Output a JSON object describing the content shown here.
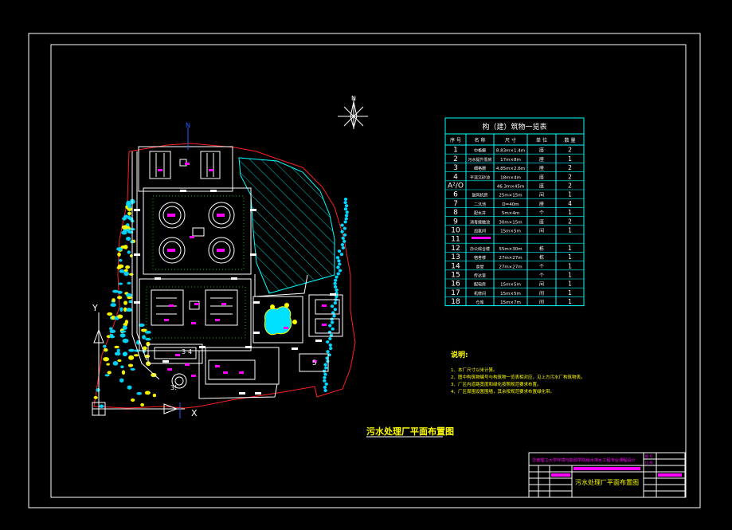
{
  "table": {
    "title": "构（建）筑物一览表",
    "headers": [
      "序  号",
      "名  称",
      "尺  寸",
      "单  位",
      "数  量"
    ],
    "rows": [
      {
        "no": "1",
        "name": "中格栅",
        "size": "8.83m×1.4m",
        "unit": "座",
        "qty": "2"
      },
      {
        "no": "2",
        "name": "污水提升泵房",
        "size": "17m×8m",
        "unit": "座",
        "qty": "1"
      },
      {
        "no": "3",
        "name": "细格栅",
        "size": "4.85m×2.6m",
        "unit": "座",
        "qty": "2"
      },
      {
        "no": "4",
        "name": "平流沉砂池",
        "size": "18m×4m",
        "unit": "座",
        "qty": "2"
      },
      {
        "no": "A²/O",
        "name": "",
        "size": "46.3m×45m",
        "unit": "座",
        "qty": "2"
      },
      {
        "no": "6",
        "name": "鼓风机房",
        "size": "25m×15m",
        "unit": "间",
        "qty": "1"
      },
      {
        "no": "7",
        "name": "二沉池",
        "size": "D=40m",
        "unit": "座",
        "qty": "4"
      },
      {
        "no": "8",
        "name": "配水井",
        "size": "5m×4m",
        "unit": "个",
        "qty": "1"
      },
      {
        "no": "9",
        "name": "消毒接触池",
        "size": "30m×15m",
        "unit": "座",
        "qty": "2"
      },
      {
        "no": "10",
        "name": "加氯间",
        "size": "15m×5m",
        "unit": "间",
        "qty": "1"
      },
      {
        "no": "11",
        "name": "",
        "size": "",
        "unit": "",
        "qty": ""
      },
      {
        "no": "12",
        "name": "办公综合楼",
        "size": "55m×30m",
        "unit": "栋",
        "qty": "1"
      },
      {
        "no": "13",
        "name": "宿舍楼",
        "size": "27m×27m",
        "unit": "栋",
        "qty": "1"
      },
      {
        "no": "14",
        "name": "食堂",
        "size": "27m×27m",
        "unit": "个",
        "qty": "1"
      },
      {
        "no": "15",
        "name": "传达室",
        "size": "",
        "unit": "个",
        "qty": "1"
      },
      {
        "no": "16",
        "name": "配电房",
        "size": "15m×5m",
        "unit": "间",
        "qty": "1"
      },
      {
        "no": "17",
        "name": "机修间",
        "size": "15m×5m",
        "unit": "间",
        "qty": "1"
      },
      {
        "no": "18",
        "name": "仓库",
        "size": "15m×7m",
        "unit": "间",
        "qty": "1"
      }
    ]
  },
  "notes": {
    "heading": "说明:",
    "items": [
      "1、本厂尺寸以米计算。",
      "2、图中构筑物编号与构筑物一览表相对应，见上方污水厂构筑物表。",
      "3、厂区内道路宽度和绿化按照规范要求布置。",
      "4、厂区周围设置围墙，其余按规范要求布置绿化带。"
    ]
  },
  "map": {
    "north_label": "N",
    "axis_x_label": "X",
    "axis_y_label": "Y",
    "building_labels": [
      "3",
      "4",
      "5",
      "3!"
    ]
  },
  "drawing_title": "污水处理厂平面布置图",
  "title_block": {
    "school": "华南理工大学环境与能源学院给水排水工程专业课程设计",
    "drawing_name": "污水处理厂平面布置图",
    "sheet_label": "图  号",
    "scale_label": "比  例"
  },
  "colors": {
    "background": "#000000",
    "frame": "#ffffff",
    "table": "#00ffff",
    "table_text": "#ffffff",
    "notes": "#ffff00",
    "title": "#ffff00",
    "title_block_text": "#ff00ff",
    "boundary": "#ff0000",
    "road": "#ffffff",
    "green_cyan": "#00d8ff",
    "green_yellow": "#ffff00",
    "tank": "#ffffff",
    "marker": "#ff00ff",
    "hatch": "#00ffff",
    "grid_green": "#00c000"
  }
}
